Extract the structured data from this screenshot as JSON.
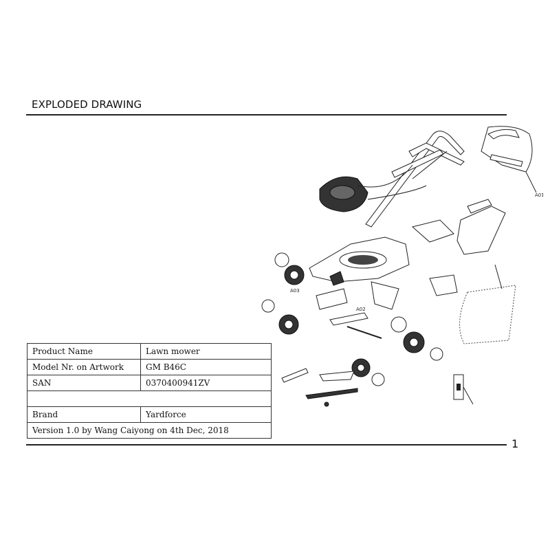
{
  "header": {
    "title": "EXPLODED DRAWING"
  },
  "drawing": {
    "callouts": [
      "A01",
      "A02",
      "A03"
    ]
  },
  "info_table": {
    "rows": [
      {
        "label": "Product Name",
        "value": "Lawn mower"
      },
      {
        "label": "Model Nr. on Artwork",
        "value": "GM B46C"
      },
      {
        "label": "SAN",
        "value": "0370400941ZV"
      },
      {
        "label": "",
        "value": ""
      },
      {
        "label": "Brand",
        "value": "Yardforce"
      }
    ],
    "version": "Version 1.0 by Wang Caiyong on 4th Dec, 2018"
  },
  "footer": {
    "page_number": "1"
  }
}
